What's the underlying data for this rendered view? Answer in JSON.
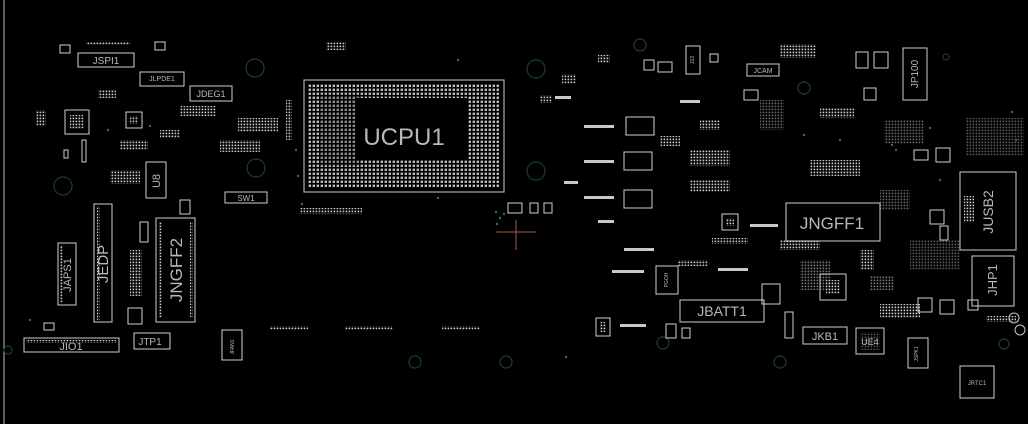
{
  "board": {
    "background": "#000000",
    "trace_color": "#c8c8c8",
    "hole_color": "#1c3d38",
    "via_color": "#2f6e6a"
  },
  "labels": {
    "ucpu1": "UCPU1",
    "jspi1": "JSPI1",
    "jlpde1": "JLPDE1",
    "jdeg1": "JDEG1",
    "u8": "U8",
    "sw1": "SW1",
    "japs1": "JAPS1",
    "jedp": "JEDP",
    "jngff2": "JNGFF2",
    "jio1": "JIO1",
    "jtp1": "JTP1",
    "jfan1": "JFAN1",
    "jngff1": "JNGFF1",
    "jusb2": "JUSB2",
    "jhp1": "JHP1",
    "jp100": "JP100",
    "jcam": "JCAM",
    "jbatt1": "JBATT1",
    "jkb1": "JKB1",
    "ue4": "UE4",
    "jrtc1": "JRTC1",
    "jspk1": "JSPK1",
    "pgoh": "PGOH",
    "j13": "J13"
  }
}
